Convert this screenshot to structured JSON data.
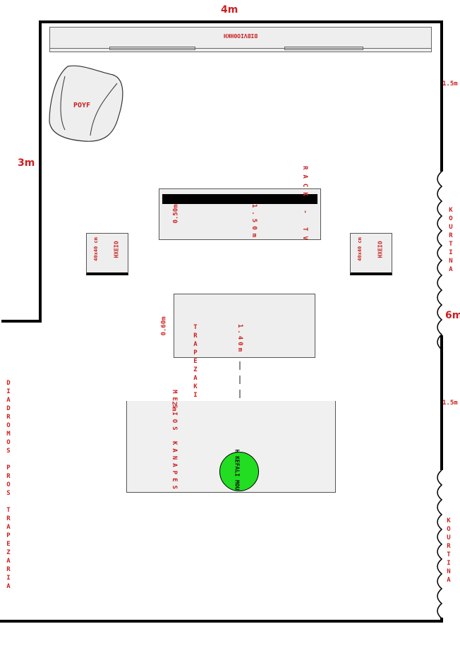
{
  "room": {
    "width_label": "4m",
    "depth_label": "3m",
    "side_label": "6m",
    "upper_gap_label": "1.5m",
    "lower_gap_label": "1.5m"
  },
  "bookshelf": {
    "label": "ΒΙΒΛΙΟΘΗΚΗ"
  },
  "pouf": {
    "label": "POYF"
  },
  "curtains": {
    "upper": "KOURTINA",
    "lower": "KOURTINA"
  },
  "tv_rack": {
    "name": "RACK - TV",
    "width": "1.50m",
    "depth": "0.50m"
  },
  "speakers": {
    "left": {
      "label": "ΗΧΕΙΟ",
      "size": "40x40 cm"
    },
    "right": {
      "label": "ΗΧΕΙΟ",
      "size": "40x40 cm"
    }
  },
  "coffee_table": {
    "name": "TRAPEZAKI",
    "width": "1.40m",
    "depth": "0.60m"
  },
  "sofa": {
    "name": "MESIOS KANAPES",
    "length": "2m"
  },
  "head_marker": {
    "label": "H KEFALI MOU",
    "color": "#22dd22"
  },
  "corridor": {
    "label": "DIADROMOS PROS TRAPEZARIA"
  },
  "colors": {
    "label_red": "#cc1f1f",
    "wall": "#000000",
    "furniture": "#eeeeee"
  }
}
